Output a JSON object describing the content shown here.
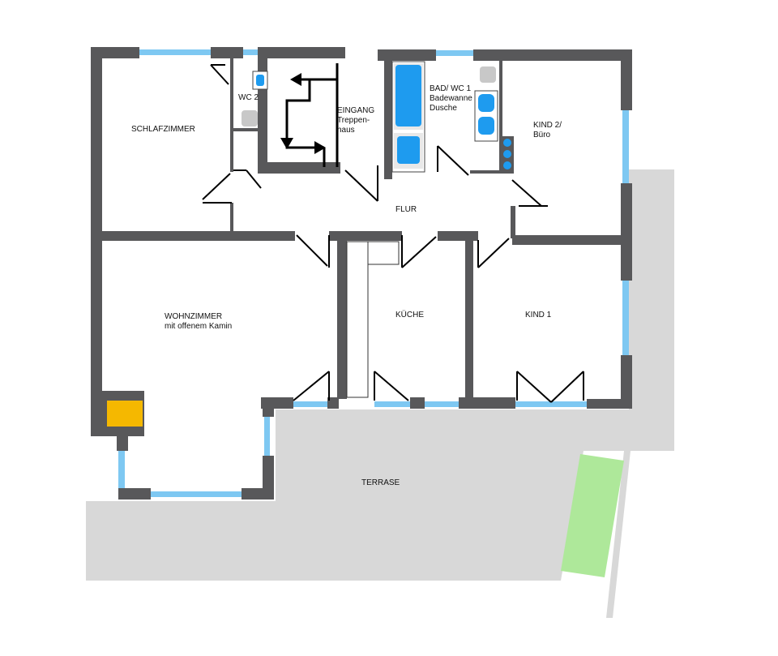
{
  "rooms": {
    "schlafzimmer": "SCHLAFZIMMER",
    "wc2": "WC 2",
    "eingang": [
      "EINGANG",
      "Treppen-",
      "haus"
    ],
    "bad": [
      "BAD/ WC 1",
      "Badewanne",
      "Dusche"
    ],
    "kind2": [
      "KIND 2/",
      "Büro"
    ],
    "flur": "FLUR",
    "wohnzimmer": [
      "WOHNZIMMER",
      "mit offenem Kamin"
    ],
    "kueche": "KÜCHE",
    "kind1": "KIND 1",
    "terrasse": "TERRASE"
  },
  "colors": {
    "wall": "#58585a",
    "window": "#7ec8f2",
    "terrace": "#d8d8d8",
    "fixture": "#1e9bef",
    "fireplace": "#f5b800",
    "garden": "#aee89a",
    "fixture_gray": "#c8c8c8"
  }
}
